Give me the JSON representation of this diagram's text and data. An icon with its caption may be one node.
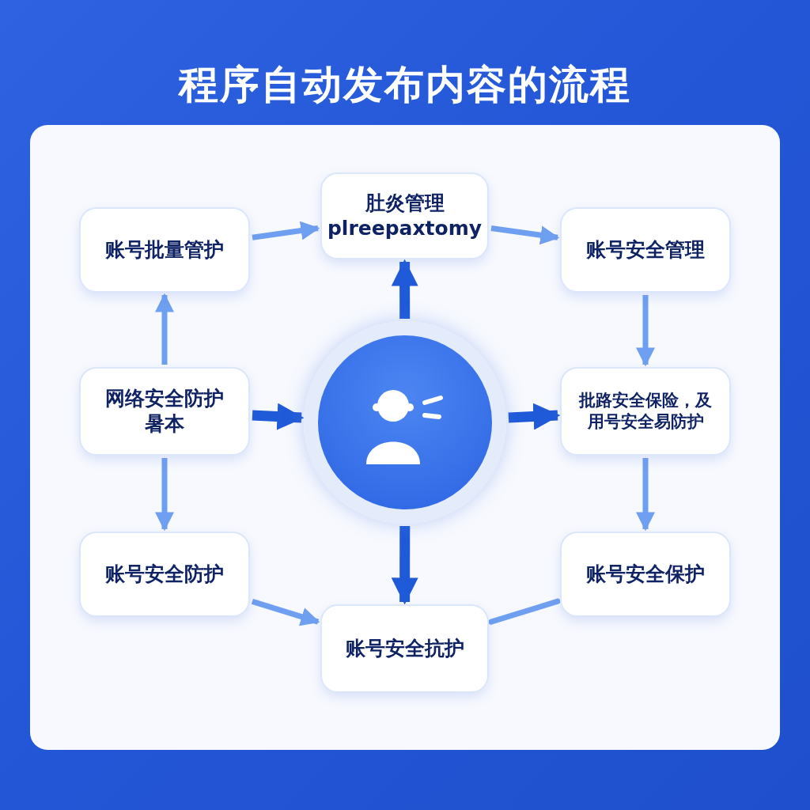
{
  "diagram": {
    "title": "程序自动发布内容的流程",
    "nodes": [
      {
        "text": [
          "账号批量管护"
        ]
      },
      {
        "text": [
          "肚炎管理",
          "plreepaxtomy"
        ]
      },
      {
        "text": [
          "账号安全管理"
        ]
      },
      {
        "text": [
          "网络安全防护暑本"
        ]
      },
      {
        "text": [],
        "shape": "circle"
      },
      {
        "text": [
          "批路安全保险，及用号安全易防护"
        ]
      },
      {
        "text": [
          "账号安全防护"
        ]
      },
      {
        "text": [
          "账号安全抗护"
        ]
      },
      {
        "text": [
          "账号安全保护"
        ]
      }
    ],
    "edges": [
      {
        "from": 0,
        "to": 1,
        "arrow": "to"
      },
      {
        "from": 1,
        "to": 2,
        "arrow": "to"
      },
      {
        "from": 2,
        "to": 5,
        "arrow": "to"
      },
      {
        "from": 5,
        "to": 8,
        "arrow": "to"
      },
      {
        "from": 8,
        "to": 7,
        "arrow": "none"
      },
      {
        "from": 6,
        "to": 7,
        "arrow": "to"
      },
      {
        "from": 3,
        "to": 0,
        "arrow": "to"
      },
      {
        "from": 3,
        "to": 6,
        "arrow": "to"
      },
      {
        "from": 3,
        "to": 4,
        "arrow": "to",
        "style": "thick",
        "color": "#1f5ad9"
      },
      {
        "from": 4,
        "to": 5,
        "arrow": "to",
        "style": "thick",
        "color": "#1f5ad9"
      },
      {
        "from": 4,
        "to": 1,
        "arrow": "to",
        "style": "thick",
        "color": "#1f5ad9"
      },
      {
        "from": 4,
        "to": 7,
        "arrow": "to",
        "style": "thick",
        "color": "#1f5ad9"
      }
    ]
  }
}
